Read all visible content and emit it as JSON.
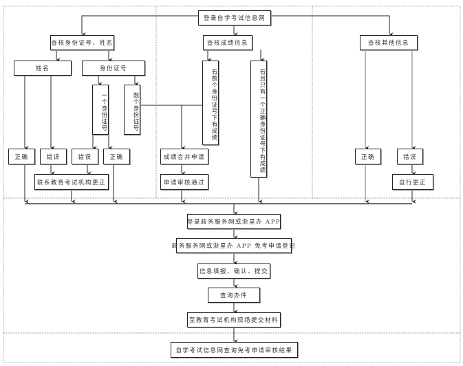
{
  "diagram": {
    "start": "登录自学考试信息网",
    "branches": {
      "left": {
        "title": "查核身份证号、姓名",
        "name_box": "姓名",
        "id_box": "身份证号",
        "one_id": "一个身份证号",
        "multi_id": "数个身份证号",
        "name_correct": "正确",
        "name_wrong": "错误",
        "id_wrong": "错误",
        "id_correct": "正确",
        "contact": "联系教育考试机构更正"
      },
      "middle": {
        "title": "查核成绩信息",
        "multi_scores": "有数个身份证号下有成绩",
        "single_score": "有且只有一个正确身份证号下有成绩",
        "merge_apply": "成绩合并申请",
        "approved": "申请审核通过"
      },
      "right": {
        "title": "查核其他信息",
        "correct": "正确",
        "wrong": "错误",
        "self_correct": "自行更正"
      }
    },
    "steps": [
      "登录政务服务网或浙里办 APP",
      "政务服务网或浙里办 APP 免考申请登记",
      "信息填报、确认、提交",
      "查询办件",
      "至教育考试机构现场提交材料"
    ],
    "final": "自学考试信息网查询免考申请审核结果"
  }
}
